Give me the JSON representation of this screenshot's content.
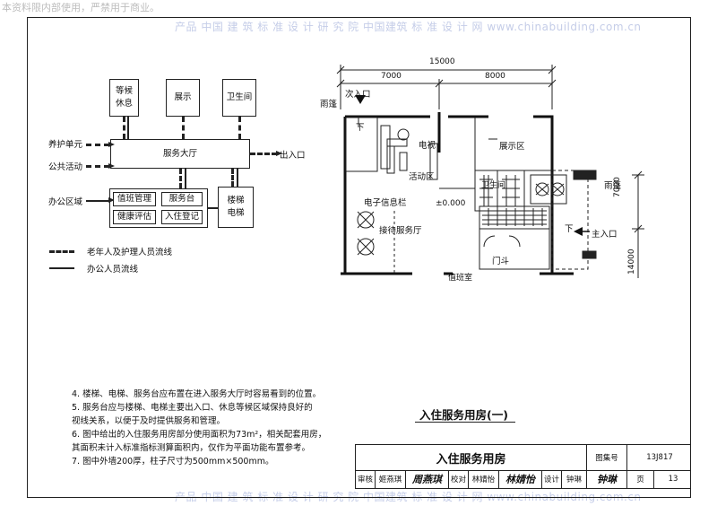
{
  "watermark_top": "本资料限内部使用，严禁用于商业。",
  "watermark_band": "产品 中国 建 筑 标 准 设 计 研 究 院 中国建筑 标 准 设 计 网 www.chinabuilding.com.cn",
  "flow_diagram": {
    "hall": "服务大厅",
    "top_boxes": [
      "等候\n休息",
      "展示",
      "卫生间"
    ],
    "left_labels": [
      "养护单元",
      "公共活动",
      "办公区域"
    ],
    "right_label": "出入口",
    "office_boxes": [
      "值班管理",
      "服务台",
      "健康评估",
      "入住登记"
    ],
    "elevator": "楼梯\n电梯",
    "legend": [
      {
        "style": "dashed",
        "label": "老年人及护理人员流线"
      },
      {
        "style": "solid",
        "label": "办公人员流线"
      }
    ]
  },
  "plan": {
    "dim_total": "15000",
    "dim_left": "7000",
    "dim_right": "8000",
    "dim_v1": "7000",
    "dim_v2": "14000",
    "labels": {
      "canopy_left": "雨篷",
      "secondary_entrance": "次入口",
      "down_left": "下",
      "tv": "电视",
      "activity": "活动区",
      "exhibition": "展示区",
      "info_board": "电子信息栏",
      "elevation": "±0.000",
      "reception": "接待服务厅",
      "wc": "卫生间",
      "canopy_right": "雨篷",
      "down_right": "下",
      "main_entrance": "主入口",
      "vestibule": "门斗",
      "bottom_cut": "值班室"
    }
  },
  "notes": [
    "4. 楼梯、电梯、服务台应布置在进入服务大厅时容易看到的位置。",
    "5. 服务台应与楼梯、电梯主要出入口、休息等候区域保持良好的",
    "    视线关系，以便于及时提供服务和管理。",
    "6. 图中给出的入住服务用房部分使用面积为73m²，相关配套用房，",
    "    其面积未计入标准指标测算面积内，仅作为平面功能布置参考。",
    "7. 图中外墙200厚，柱子尺寸为500mm×500mm。"
  ],
  "sheet_subtitle": "入住服务用房(一)",
  "title_block": {
    "title": "入住服务用房",
    "atlas_label": "图集号",
    "atlas_no": "13J817",
    "review_label": "审核",
    "reviewer": "姬燕琪",
    "reviewer_sig": "周燕琪",
    "check_label": "校对",
    "checker": "林婧怡",
    "checker_sig": "林婧怡",
    "design_label": "设计",
    "designer": "钟琳",
    "designer_sig": "钟琳",
    "page_label": "页",
    "page_no": "13"
  }
}
